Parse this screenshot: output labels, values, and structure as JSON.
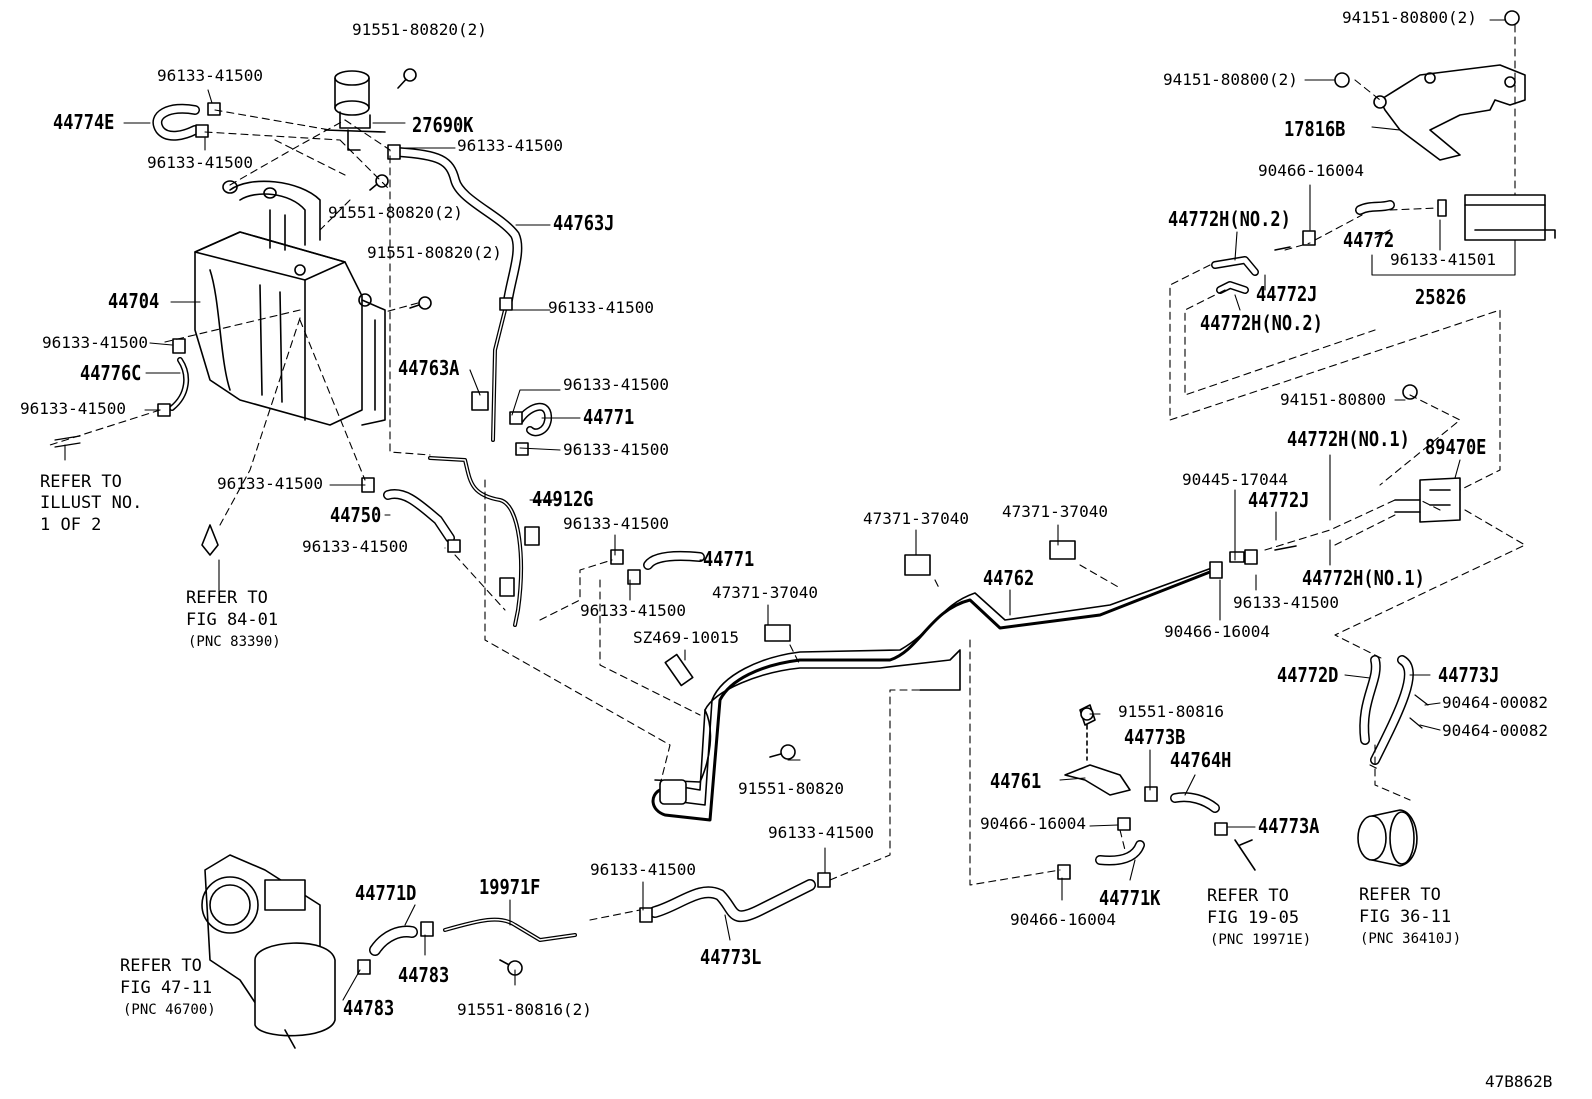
{
  "diagram_id": "47B862B",
  "labels": {
    "l_91551_80820_2_top": "91551-80820(2)",
    "l_96133_41500_a": "96133-41500",
    "l_44774E": "44774E",
    "l_27690K": "27690K",
    "l_96133_41500_b": "96133-41500",
    "l_96133_41500_c": "96133-41500",
    "l_91551_80820_2_mid": "91551-80820(2)",
    "l_44763J": "44763J",
    "l_91551_80820_2_low": "91551-80820(2)",
    "l_44704": "44704",
    "l_96133_41500_d": "96133-41500",
    "l_96133_41500_e": "96133-41500",
    "l_44776C": "44776C",
    "l_96133_41500_f": "96133-41500",
    "l_44763A": "44763A",
    "l_96133_41500_g": "96133-41500",
    "l_44771_a": "44771",
    "l_96133_41500_h": "96133-41500",
    "l_96133_41500_i": "96133-41500",
    "l_44912G": "44912G",
    "l_44750": "44750",
    "l_96133_41500_j": "96133-41500",
    "l_96133_41500_k": "96133-41500",
    "l_44771_b": "44771",
    "l_96133_41500_l": "96133-41500",
    "l_47371_37040_a": "47371-37040",
    "l_47371_37040_b": "47371-37040",
    "l_47371_37040_c": "47371-37040",
    "l_44762": "44762",
    "l_SZ469_10015": "SZ469-10015",
    "l_91551_80820": "91551-80820",
    "l_96133_41500_m": "96133-41500",
    "l_96133_41500_n": "96133-41500",
    "l_19971F": "19971F",
    "l_44771D": "44771D",
    "l_44783_a": "44783",
    "l_44783_b": "44783",
    "l_44773L": "44773L",
    "l_91551_80816_2": "91551-80816(2)",
    "l_91551_80816": "91551-80816",
    "l_44773B": "44773B",
    "l_44764H": "44764H",
    "l_44761": "44761",
    "l_90466_16004_a": "90466-16004",
    "l_44773A": "44773A",
    "l_44771K": "44771K",
    "l_90466_16004_b": "90466-16004",
    "l_94151_80800_2_a": "94151-80800(2)",
    "l_94151_80800_2_b": "94151-80800(2)",
    "l_17816B": "17816B",
    "l_90466_16004_c": "90466-16004",
    "l_44772H_NO2_a": "44772H(NO.2)",
    "l_44772": "44772",
    "l_44772J_a": "44772J",
    "l_44772H_NO2_b": "44772H(NO.2)",
    "l_96133_41501": "96133-41501",
    "l_25826": "25826",
    "l_94151_80800": "94151-80800",
    "l_44772H_NO1_a": "44772H(NO.1)",
    "l_89470E": "89470E",
    "l_90445_17044": "90445-17044",
    "l_44772J_b": "44772J",
    "l_44772H_NO1_b": "44772H(NO.1)",
    "l_96133_41500_o": "96133-41500",
    "l_90466_16004_d": "90466-16004",
    "l_44772D": "44772D",
    "l_44773J": "44773J",
    "l_90464_00082_a": "90464-00082",
    "l_90464_00082_b": "90464-00082"
  },
  "references": {
    "r1": [
      "REFER TO",
      "ILLUST NO.",
      "1 OF 2"
    ],
    "r2": [
      "REFER TO",
      "FIG 84-01",
      "(PNC 83390)"
    ],
    "r3": [
      "REFER TO",
      "FIG 47-11",
      "(PNC 46700)"
    ],
    "r4": [
      "REFER TO",
      "FIG 19-05",
      "(PNC 19971E)"
    ],
    "r5": [
      "REFER TO",
      "FIG 36-11",
      "(PNC 36410J)"
    ]
  },
  "colors": {
    "line": "#000000",
    "background": "#ffffff"
  }
}
